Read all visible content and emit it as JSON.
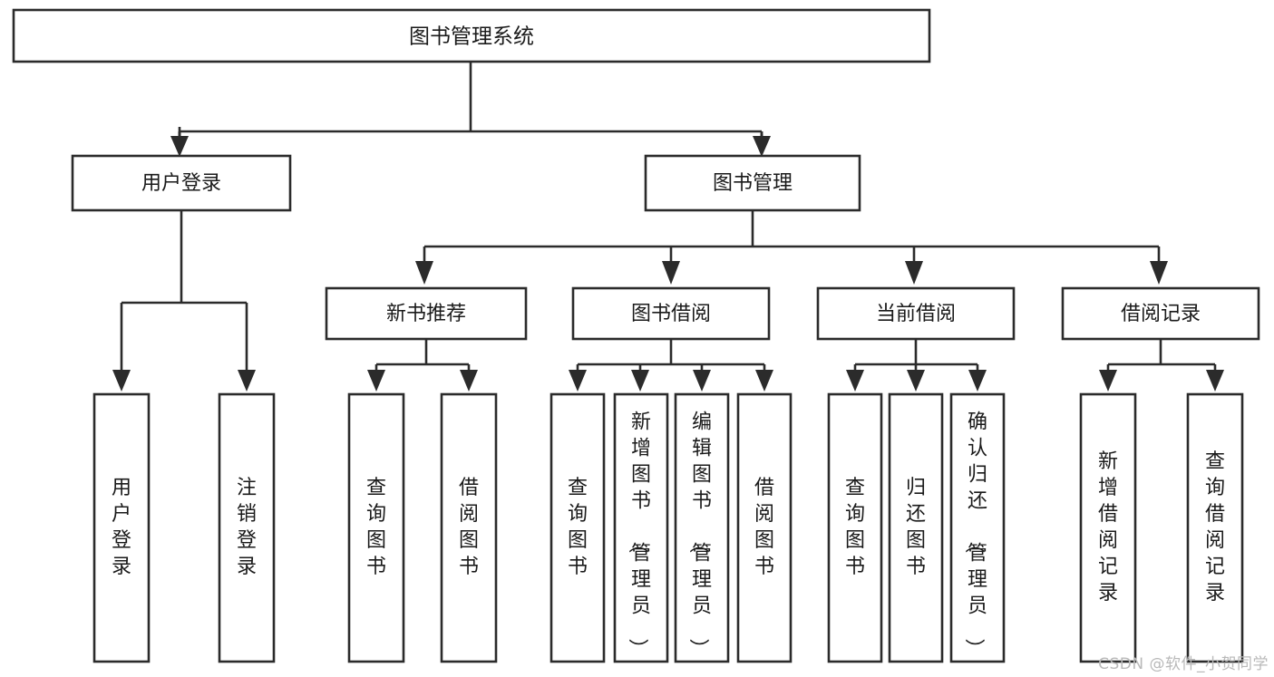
{
  "diagram": {
    "kind": "tree-hierarchy-chart",
    "title": "图书管理系统",
    "colors": {
      "stroke": "#2b2b2b",
      "fill": "#ffffff",
      "text": "#1a1a1a",
      "watermark": "#b9b9b9"
    },
    "root": {
      "id": "root",
      "label": "图书管理系统",
      "orientation": "horizontal"
    },
    "level1": [
      {
        "id": "user-login",
        "label": "用户登录",
        "orientation": "horizontal"
      },
      {
        "id": "book-manage",
        "label": "图书管理",
        "orientation": "horizontal"
      }
    ],
    "level2": [
      {
        "id": "new-book-recommend",
        "label": "新书推荐",
        "orientation": "horizontal",
        "parent": "book-manage"
      },
      {
        "id": "book-borrow",
        "label": "图书借阅",
        "orientation": "horizontal",
        "parent": "book-manage"
      },
      {
        "id": "current-borrow",
        "label": "当前借阅",
        "orientation": "horizontal",
        "parent": "book-manage"
      },
      {
        "id": "borrow-record",
        "label": "借阅记录",
        "orientation": "horizontal",
        "parent": "book-manage"
      }
    ],
    "leaves": [
      {
        "id": "leaf-user-login",
        "label": "用户登录",
        "parent": "user-login",
        "orientation": "vertical"
      },
      {
        "id": "leaf-user-logout",
        "label": "注销登录",
        "parent": "user-login",
        "orientation": "vertical"
      },
      {
        "id": "leaf-query-book-1",
        "label": "查询图书",
        "parent": "new-book-recommend",
        "orientation": "vertical"
      },
      {
        "id": "leaf-borrow-book-1",
        "label": "借阅图书",
        "parent": "new-book-recommend",
        "orientation": "vertical"
      },
      {
        "id": "leaf-query-book-2",
        "label": "查询图书",
        "parent": "book-borrow",
        "orientation": "vertical"
      },
      {
        "id": "leaf-add-book",
        "label": "新增图书（管理员）",
        "parent": "book-borrow",
        "orientation": "vertical"
      },
      {
        "id": "leaf-edit-book",
        "label": "编辑图书（管理员）",
        "parent": "book-borrow",
        "orientation": "vertical"
      },
      {
        "id": "leaf-borrow-book-2",
        "label": "借阅图书",
        "parent": "book-borrow",
        "orientation": "vertical"
      },
      {
        "id": "leaf-query-book-3",
        "label": "查询图书",
        "parent": "current-borrow",
        "orientation": "vertical"
      },
      {
        "id": "leaf-return-book",
        "label": "归还图书",
        "parent": "current-borrow",
        "orientation": "vertical"
      },
      {
        "id": "leaf-confirm-return",
        "label": "确认归还（管理员）",
        "parent": "current-borrow",
        "orientation": "vertical"
      },
      {
        "id": "leaf-add-record",
        "label": "新增借阅记录",
        "parent": "borrow-record",
        "orientation": "vertical"
      },
      {
        "id": "leaf-query-record",
        "label": "查询借阅记录",
        "parent": "borrow-record",
        "orientation": "vertical"
      }
    ]
  },
  "watermark": {
    "text": "CSDN @软件_小贺同学"
  }
}
